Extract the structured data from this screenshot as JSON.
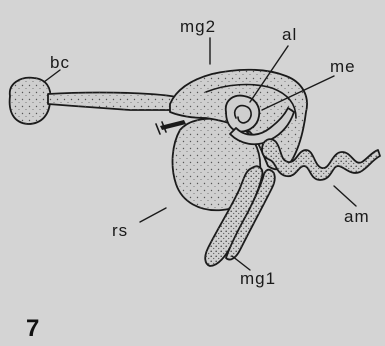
{
  "figure": {
    "number": "7",
    "labels": {
      "bc": "bc",
      "mg2": "mg2",
      "al": "al",
      "me": "me",
      "rs": "rs",
      "am": "am",
      "mg1": "mg1"
    }
  },
  "colors": {
    "background": "#d4d4d4",
    "ink": "#1a1a1a",
    "stipple": "#555555"
  }
}
